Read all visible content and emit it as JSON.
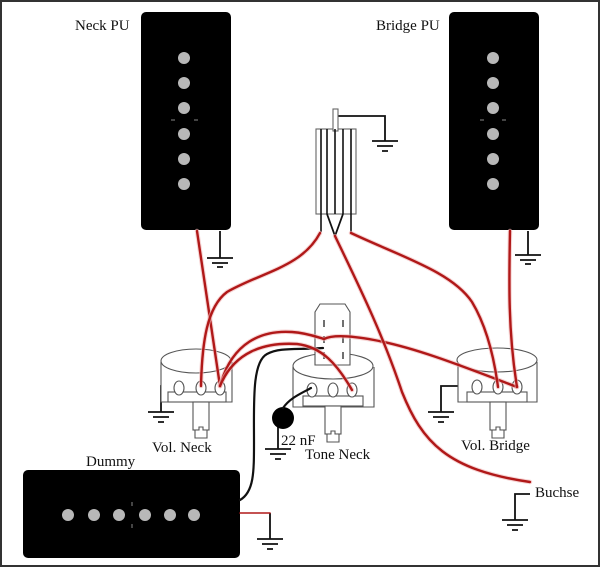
{
  "diagram": {
    "type": "guitar-wiring-schematic",
    "labels": {
      "neck_pickup": "Neck PU",
      "bridge_pickup": "Bridge PU",
      "dummy_coil": "Dummy",
      "vol_neck": "Vol. Neck",
      "tone_neck": "Tone Neck",
      "vol_bridge": "Vol. Bridge",
      "capacitor": "22 nF",
      "jack": "Buchse"
    },
    "components": [
      {
        "id": "neck_pu",
        "kind": "pickup",
        "pole_pieces": 6,
        "orientation": "vertical"
      },
      {
        "id": "bridge_pu",
        "kind": "pickup",
        "pole_pieces": 6,
        "orientation": "vertical"
      },
      {
        "id": "dummy",
        "kind": "dummy-coil",
        "pole_pieces": 6,
        "orientation": "horizontal"
      },
      {
        "id": "switch",
        "kind": "toggle-switch"
      },
      {
        "id": "vol_neck",
        "kind": "potentiometer",
        "lugs": 3
      },
      {
        "id": "tone_neck",
        "kind": "potentiometer-push-pull",
        "lugs": 3
      },
      {
        "id": "vol_bridge",
        "kind": "potentiometer",
        "lugs": 3
      },
      {
        "id": "cap",
        "kind": "capacitor",
        "value": "22 nF"
      },
      {
        "id": "jack",
        "kind": "output-jack"
      }
    ],
    "colors": {
      "hot_wire": "#b01818",
      "ground_wire": "#111111",
      "pickup_body": "#000000",
      "pole_piece": "#b8b8b8"
    }
  }
}
